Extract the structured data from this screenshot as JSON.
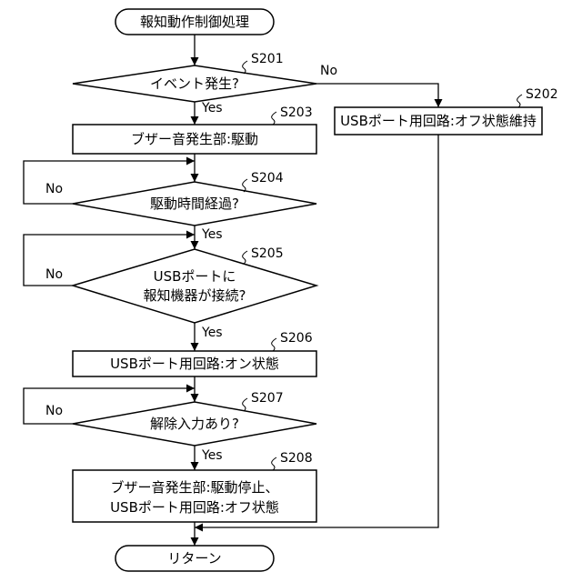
{
  "start": {
    "label": "報知動作制御処理"
  },
  "end": {
    "label": "リターン"
  },
  "steps": {
    "s201": {
      "id": "S201",
      "label": "イベント発生?"
    },
    "s202": {
      "id": "S202",
      "label": "USBポート用回路:オフ状態維持"
    },
    "s203": {
      "id": "S203",
      "label": "ブザー音発生部:駆動"
    },
    "s204": {
      "id": "S204",
      "label": "駆動時間経過?"
    },
    "s205": {
      "id": "S205",
      "line1": "USBポートに",
      "line2": "報知機器が接続?"
    },
    "s206": {
      "id": "S206",
      "label": "USBポート用回路:オン状態"
    },
    "s207": {
      "id": "S207",
      "label": "解除入力あり?"
    },
    "s208": {
      "id": "S208",
      "line1": "ブザー音発生部:駆動停止、",
      "line2": "USBポート用回路:オフ状態"
    }
  },
  "edge_labels": {
    "yes": "Yes",
    "no": "No"
  }
}
